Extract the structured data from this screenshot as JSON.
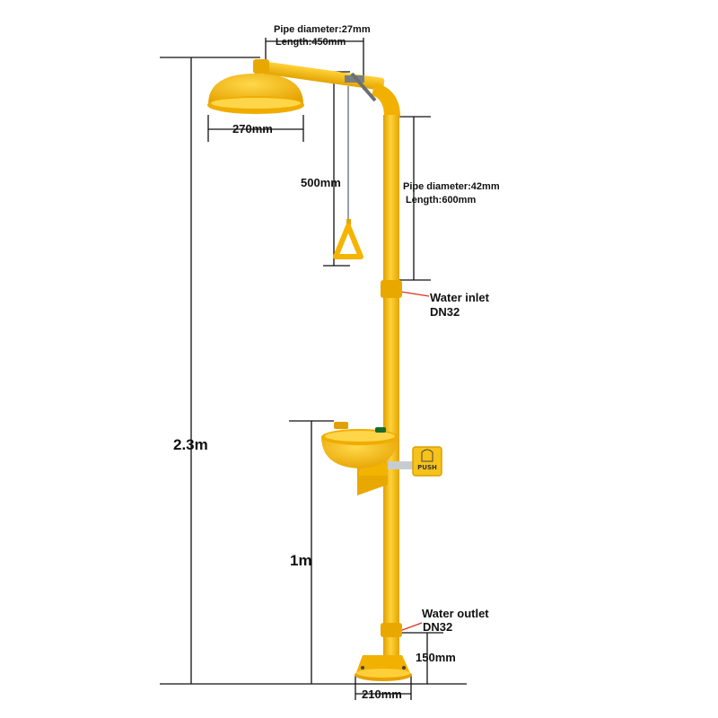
{
  "product": {
    "top_pipe": {
      "diameter": "Pipe diameter:27mm",
      "length": "Length:450mm"
    },
    "vertical_pipe": {
      "diameter": "Pipe diameter:42mm",
      "length": "Length:600mm"
    },
    "shower_head_width": "270mm",
    "pull_rod_length": "500mm",
    "total_height": "2.3m",
    "eyewash_height": "1m",
    "water_inlet": {
      "label": "Water inlet",
      "size": "DN32"
    },
    "water_outlet": {
      "label": "Water outlet",
      "size": "DN32"
    },
    "base_height": "150mm",
    "base_width": "210mm",
    "push_plate_text": "PUSH"
  },
  "colors": {
    "body_yellow": "#f5b400",
    "highlight": "#ffd84a",
    "shadow": "#d99a00",
    "dimension_line": "#111111",
    "callout_red": "#d8321e"
  }
}
